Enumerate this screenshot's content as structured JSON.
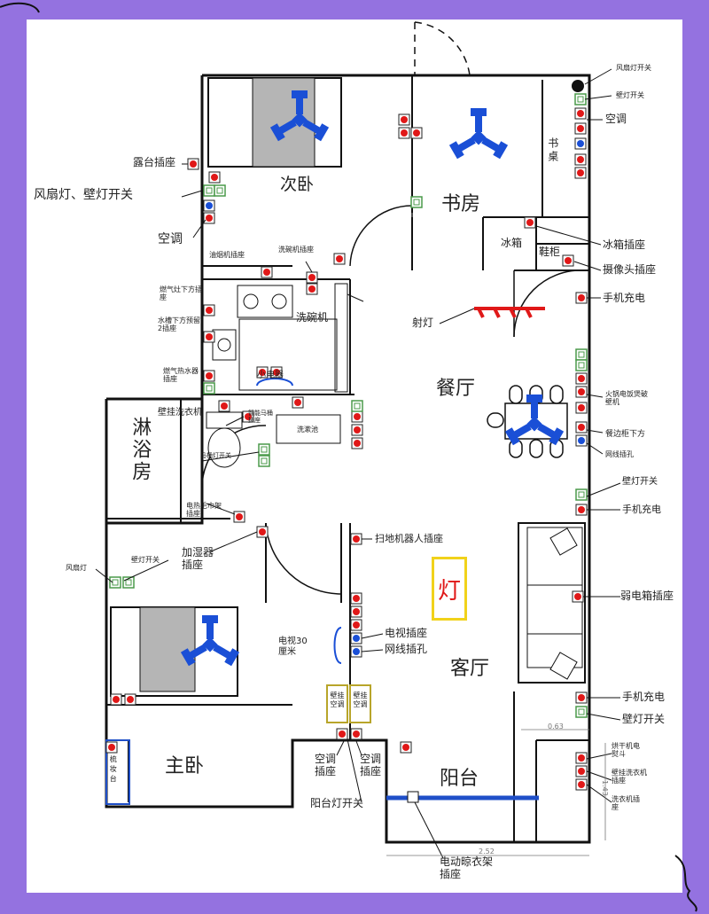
{
  "rooms": {
    "second_bedroom": "次卧",
    "study": "书房",
    "dining": "餐厅",
    "living": "客厅",
    "master_bedroom": "主卧",
    "balcony": "阳台",
    "bathroom": "淋浴房",
    "fridge": "冰箱",
    "shoe_cabinet": "鞋柜",
    "desk": "书桌",
    "sink": "洗漱池",
    "dishwasher": "洗碗机",
    "small_appliance": "小电器",
    "lamp": "灯",
    "wall_ac": "壁挂空调",
    "dresser": "梳妆台"
  },
  "labels": {
    "terrace_socket": "露台插座",
    "fan_wall_switch": "风扇灯、壁灯开关",
    "ac_left": "空调",
    "hood_socket": "油烟机插座",
    "dishwasher_socket": "洗碗机插座",
    "gas_stove_socket": "燃气灶下方插座",
    "sink_reserve": "水槽下方预留2插座",
    "water_heater_socket": "燃气热水器插座",
    "wall_washer": "壁挂洗衣机",
    "toilet_socket": "智能马桶插座",
    "mirror_light_switch": "马桶灯开关",
    "towel_rack": "电热毛巾架插座",
    "humidifier": "加湿器插座",
    "master_fan": "风扇灯",
    "master_wall_switch": "壁灯开关",
    "fan_switch_top": "风扇灯开关",
    "wall_lamp_switch_top": "壁灯开关",
    "ac_study": "空调",
    "fridge_socket": "冰箱插座",
    "camera_socket": "摄像头插座",
    "phone_charge_1": "手机充电",
    "spotlight": "射灯",
    "hotpot": "火锅电饭煲破壁机",
    "sideboard": "餐边柜下方",
    "network_port_small": "网线插孔",
    "wall_lamp_switch_dining": "壁灯开关",
    "phone_charge_2": "手机充电",
    "robot_socket": "扫地机器人插座",
    "weak_box": "弱电箱插座",
    "tv_socket": "电视插座",
    "network_port": "网线插孔",
    "tv_height": "电视30厘米",
    "phone_charge_3": "手机充电",
    "wall_lamp_switch_living": "壁灯开关",
    "ac_socket_left": "空调插座",
    "ac_socket_right": "空调插座",
    "balcony_light_switch": "阳台灯开关",
    "rack_socket": "电动晾衣架插座",
    "dryer": "烘干机电熨斗",
    "wall_washer_socket": "壁挂洗衣机插座",
    "washer_socket": "洗衣机插座",
    "dim_063": "0.63",
    "dim_143": "1.43",
    "dim_252": "2.52"
  },
  "colors": {
    "frame": "#9472e0",
    "socket_red": "#e01818",
    "fan_blue": "#1a4fd6",
    "switch_green": "#4a9a4a",
    "balcony_bar": "#1f4fc8",
    "lamp_box": "#f1d21a"
  }
}
